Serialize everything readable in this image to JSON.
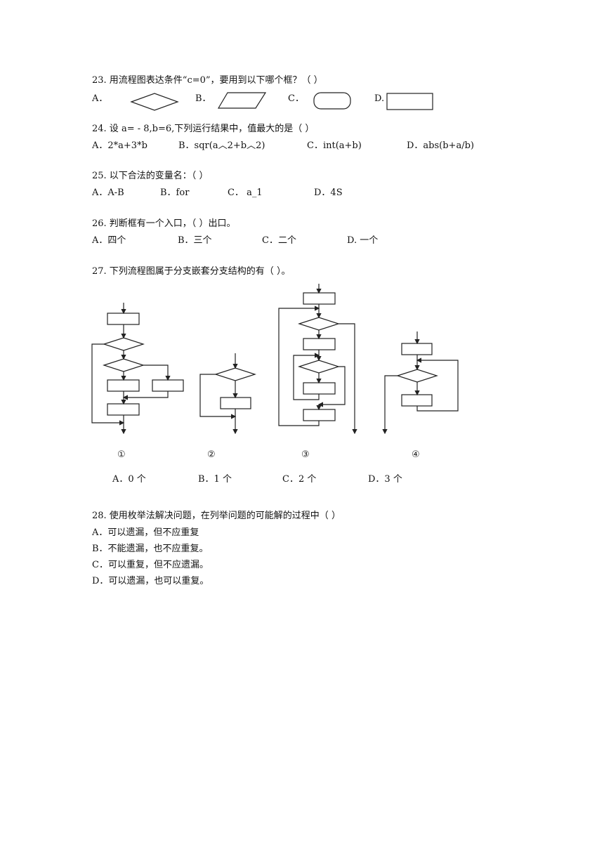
{
  "questions": {
    "q23": {
      "stem": "23.  用流程图表达条件“c=0”，要用到以下哪个框？（        ）",
      "opt_a": "A．",
      "opt_b": "B．",
      "opt_c": "C．",
      "opt_d": "D."
    },
    "q24": {
      "stem": "24.  设 a= - 8,b=6,下列运行结果中，值最大的是（        ）",
      "opt_a": "A．2*a+3*b",
      "opt_b": "B．sqr(a︿2+b︿2)",
      "opt_c": "C．int(a+b)",
      "opt_d": "D．abs(b+a/b)"
    },
    "q25": {
      "stem": "25.  以下合法的变量名：（          ）",
      "opt_a": "A．A-B",
      "opt_b": "B．for",
      "opt_c": "C．  a_1",
      "opt_d": "D．4S"
    },
    "q26": {
      "stem": "26.  判断框有一个入口，（          ）出口。",
      "opt_a": "A．四个",
      "opt_b": "B．三个",
      "opt_c": "C．二个",
      "opt_d": "D.   一个"
    },
    "q27": {
      "stem": "27.  下列流程图属于分支嵌套分支结构的有（        ）。",
      "fig_labels": [
        "①",
        "②",
        "③",
        "④"
      ],
      "opt_a": "A．0 个",
      "opt_b": "B．1 个",
      "opt_c": "C．2 个",
      "opt_d": "D．3 个"
    },
    "q28": {
      "stem": "28.  使用枚举法解决问题，在列举问题的可能解的过程中（        ）",
      "opt_a": "A．可以遗漏，但不应重复",
      "opt_b": "B．不能遗漏，也不应重复。",
      "opt_c": "C．可以重复，但不应遗漏。",
      "opt_d": "D．可以遗漏，也可以重复。"
    }
  }
}
